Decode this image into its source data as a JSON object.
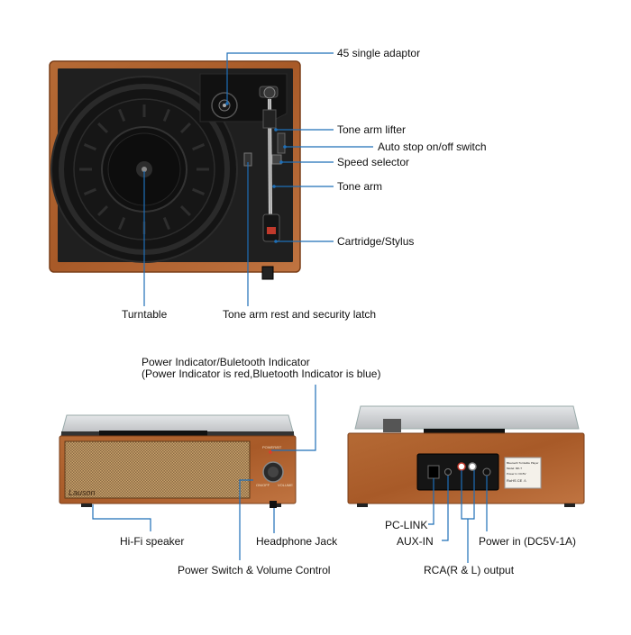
{
  "top_view": {
    "labels": {
      "single_adaptor": "45 single adaptor",
      "tone_arm_lifter": "Tone arm lifter",
      "auto_stop": "Auto stop on/off switch",
      "speed_selector": "Speed selector",
      "tone_arm": "Tone arm",
      "cartridge": "Cartridge/Stylus",
      "turntable": "Turntable",
      "arm_rest": "Tone arm rest and security latch"
    }
  },
  "front_view": {
    "labels": {
      "indicator_title": "Power Indicator/Buletooth Indicator",
      "indicator_note": "(Power Indicator is red,Bluetooth Indicator is blue)",
      "speaker": "Hi-Fi speaker",
      "headphone": "Headphone Jack",
      "power_volume": "Power Switch & Volume Control"
    },
    "brand": "Lauson",
    "panel_text": {
      "power_bt": "POWER/BT",
      "on_off": "ON/OFF",
      "volume": "VOLUME"
    }
  },
  "back_view": {
    "labels": {
      "pc_link": "PC-LINK",
      "aux_in": "AUX-IN",
      "power_in": "Power in (DC5V-1A)",
      "rca": "RCA(R & L) output"
    },
    "sticker_lines": [
      "Bluetooth Turntable Player",
      "Model: MK-?",
      "Power In: DC5V",
      "RoHS  CE  ⚠"
    ]
  },
  "colors": {
    "wood": "#b0632f",
    "wood_dark": "#8e4a20",
    "leader": "#1e6fb8",
    "deck": "#1c1c1c"
  }
}
